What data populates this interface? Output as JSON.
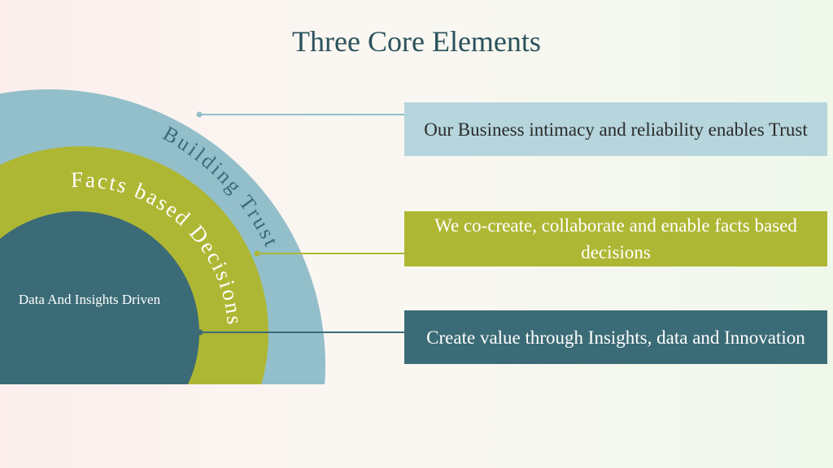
{
  "title": "Three Core Elements",
  "rings": {
    "outer_label": "Building Trust",
    "middle_label": "Facts based Decisions",
    "inner_label": "Data And Insights Driven"
  },
  "boxes": [
    {
      "text": "Our Business intimacy and reliability enables Trust"
    },
    {
      "text": "We co-create, collaborate and enable facts based decisions"
    },
    {
      "text": "Create value through Insights, data and Innovation"
    }
  ],
  "colors": {
    "outer": "#93bfca",
    "middle": "#aeb733",
    "inner": "#3b6b76",
    "box1": "#b6d5dc"
  }
}
